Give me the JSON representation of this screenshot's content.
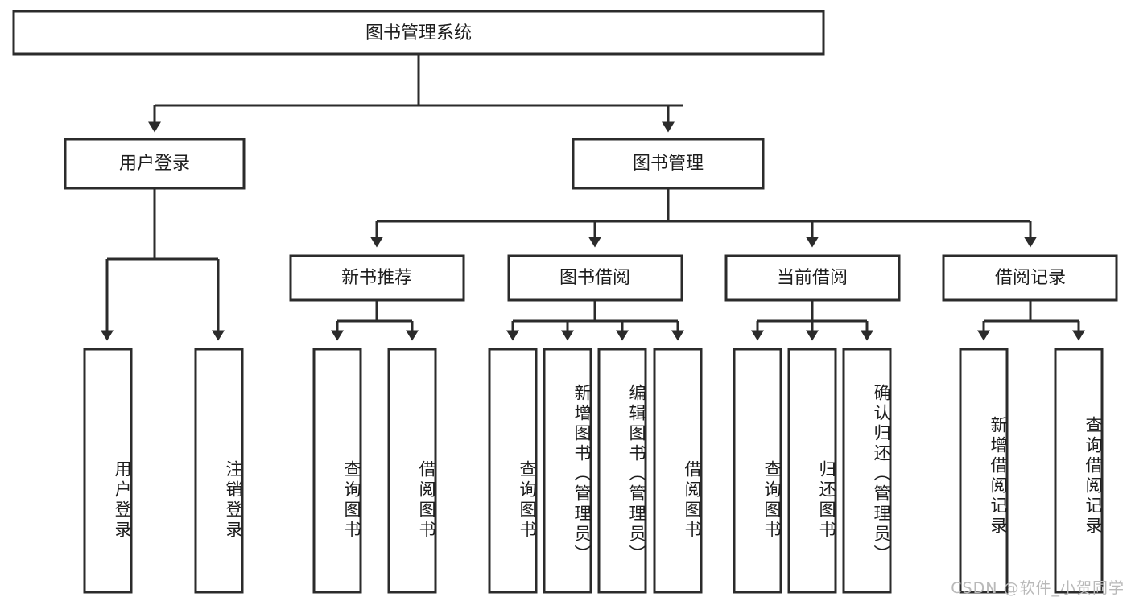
{
  "diagram": {
    "title": "图书管理系统",
    "type": "tree-hierarchy-diagram",
    "watermark": "CSDN @软件_小贺同学",
    "root": {
      "label": "图书管理系统"
    },
    "level2": [
      {
        "label": "用户登录"
      },
      {
        "label": "图书管理"
      }
    ],
    "level3": [
      {
        "label": "新书推荐"
      },
      {
        "label": "图书借阅"
      },
      {
        "label": "当前借阅"
      },
      {
        "label": "借阅记录"
      }
    ],
    "leaves": [
      {
        "label": "用户登录"
      },
      {
        "label": "注销登录"
      },
      {
        "label": "查询图书"
      },
      {
        "label": "借阅图书"
      },
      {
        "label": "查询图书"
      },
      {
        "label": "新增图书（管理员）"
      },
      {
        "label": "编辑图书（管理员）"
      },
      {
        "label": "借阅图书"
      },
      {
        "label": "查询图书"
      },
      {
        "label": "归还图书"
      },
      {
        "label": "确认归还（管理员）"
      },
      {
        "label": "新增借阅记录"
      },
      {
        "label": "查询借阅记录"
      }
    ],
    "colors": {
      "stroke": "#2b2b2b",
      "fill": "#ffffff",
      "text": "#1d1d1d",
      "watermark": "#b9b9b9"
    }
  }
}
